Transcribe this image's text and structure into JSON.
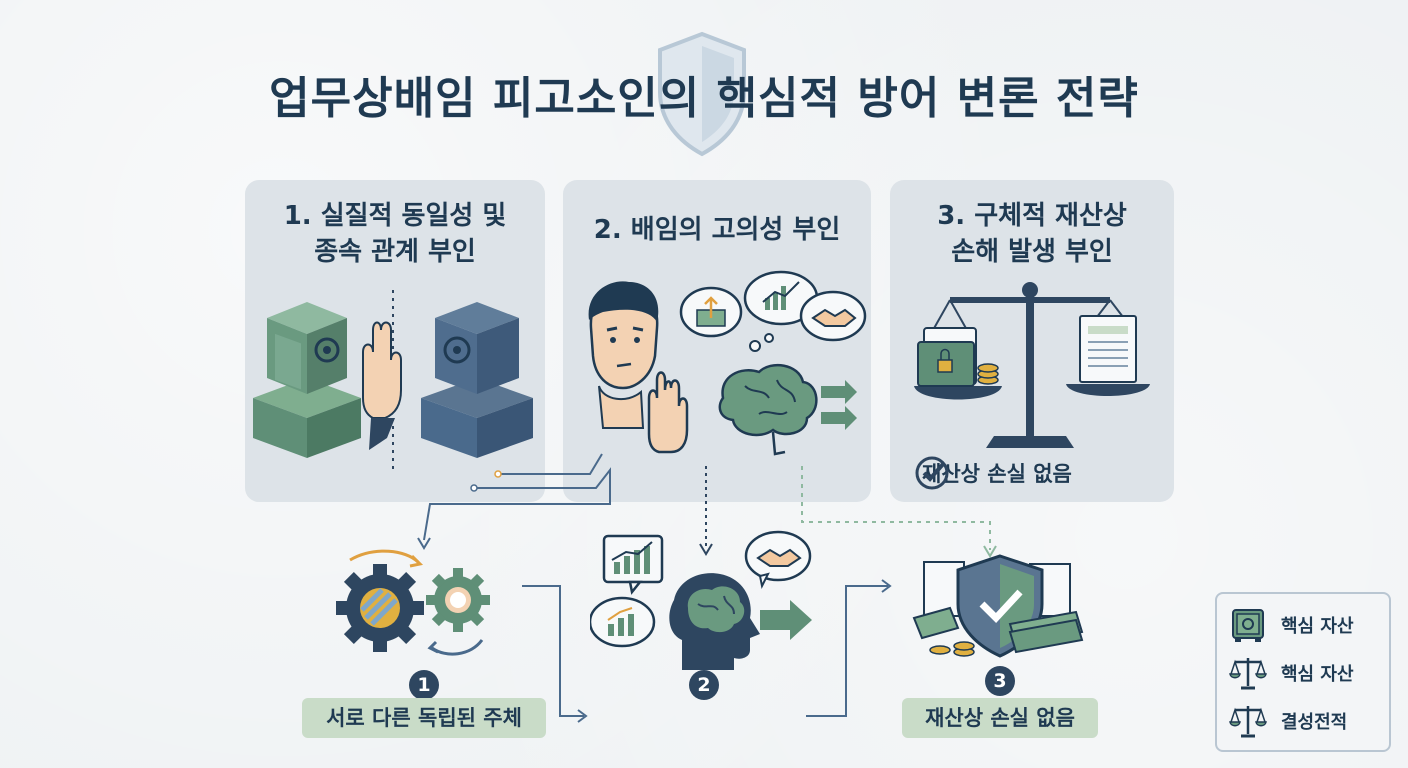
{
  "title": "업무상배임 피고소인의 핵심적 방어 변론 전략",
  "panels": [
    {
      "title": "1. 실질적 동일성 및\n종속 관계 부인"
    },
    {
      "title": "2. 배임의 고의성 부인"
    },
    {
      "title": "3. 구체적 재산상\n손해 발생 부인",
      "check_label": "재산상 손실 없음"
    }
  ],
  "steps": [
    {
      "number": "1",
      "label": "서로 다른 독립된 주체"
    },
    {
      "number": "2"
    },
    {
      "number": "3",
      "label": "재산상 손실 없음"
    }
  ],
  "legend": [
    {
      "icon": "safe-icon",
      "label": "핵심 자산"
    },
    {
      "icon": "scale-icon",
      "label": "핵심 자산"
    },
    {
      "icon": "scale-icon",
      "label": "결성전적"
    }
  ],
  "colors": {
    "navy": "#1f3a52",
    "green": "#5f8f77",
    "steel": "#4a6a8c",
    "panel": "#dde3e8",
    "pill": "#c9dcc8",
    "accent_orange": "#e0a040"
  }
}
